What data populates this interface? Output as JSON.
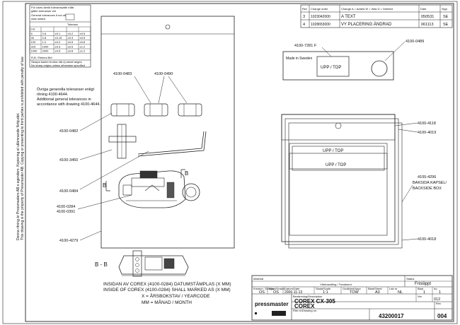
{
  "tolerance_table": {
    "notes": [
      "För ickes direkt toleranssatte mått",
      "gäller toleranser enl",
      "General tolerances if not other-",
      "wise stated"
    ],
    "col_label": "Tolerans",
    "header": [
      "",
      "",
      "",
      "",
      ""
    ],
    "rows": [
      [
        "0-6",
        "",
        "",
        "",
        ""
      ],
      [
        "6",
        "0.6",
        "±0.1",
        "±0.2",
        "±0.5"
      ],
      [
        "30",
        "0.8",
        "±0.15",
        "±0.3",
        "±0.5"
      ],
      [
        "120",
        "1.2",
        "±0.2",
        "±0.5",
        "±0.8"
      ],
      [
        "315",
        "1000",
        "±0.3",
        "±0.5",
        "±1.2"
      ],
      [
        "1000",
        "2000",
        "±0.5",
        "±0.8",
        "±1.2"
      ]
    ],
    "footer": "R,B / Rekms Brit",
    "bottom_notes": [
      "Skarpa kanter brutna där ej annat anges",
      "No sharp edges unless otherwise specified"
    ]
  },
  "change_table": {
    "headers": [
      "Rev",
      "Change order",
      "Change  A = Added  W = Was  D = Deleted",
      "Date",
      "Sign"
    ],
    "rows": [
      [
        "3",
        "1023042000",
        "A TEXT",
        "050531",
        "SE"
      ],
      [
        "4",
        "1028653000",
        "VY PLACERING ÄNDRAD",
        "061113",
        "SE"
      ]
    ]
  },
  "notes": {
    "general_1": "Övriga generella toleranser enligt",
    "general_2": "ritning 4100-4644.",
    "general_3": "Additional general tolerances in",
    "general_4": "accordance with drawing 4100-4644."
  },
  "parts": {
    "p0483": "4100-0483",
    "p0490": "4100-0490",
    "p0482": "4100-0482",
    "p3450": "4100-3450",
    "p0484": "4100-0484",
    "p0284": "4100-0284",
    "p0391": "4100-0391",
    "p4279": "4100-4279",
    "p7281": "4100-7281 F",
    "p0489": "4100-0489",
    "p4118": "4100-4118",
    "p4019": "4100-4019",
    "p4296": "4100-4296",
    "p4018": "4100-4018"
  },
  "labels": {
    "section_mark": "B",
    "section_view": "B - B",
    "made_in_sweden": "Made in Sweden",
    "upp_top": "UPP / TOP",
    "backside_1": "BAKSIDA KAPSEL/",
    "backside_2": "BACKSIDE BOX"
  },
  "side_notes": {
    "line1": "Denna ritning är Pressmasters AB:s egendom. Kopiering el utlämnande förbjudet.",
    "line2": "This drawing is the property of Pressmaster AB. Copying or presenting to third parties is prohibited with penalty of law."
  },
  "date_notes": {
    "line1": "INSIDAN AV COREX (4100-0284) DATUMSTÄMPLAS (X MM)",
    "line2": "INSIDE OF COREX (4100-0284) SHALL MARKED AS (X MM)",
    "line3": "X = ÅRSBOKSTAV / YEARCODE",
    "line4": "MM = MÅNAD / MONTH"
  },
  "title_block": {
    "status_label": "Status",
    "status": "Frisläppt",
    "material_label": "Material",
    "treatment_label": "Ytbehandling / Treatment",
    "project_lbl": "Kreator / Design",
    "project": "OS",
    "check_lbl": "Ritad/Drawn",
    "check": "OS",
    "date_lbl": "Datum/Date",
    "date": "2006-11-13",
    "scale_lbl": "Skala/Scale",
    "scale": "1:1",
    "weight_lbl": "Godkänd/Appr",
    "weight": "TOW",
    "size_lbl": "Blad/Sheet",
    "size": "A3",
    "lab_lbl": "Lab nr",
    "lab": "NL",
    "page_lbl": "Blad",
    "page": "1",
    "pages_lbl": "Av",
    "pages": "1",
    "version_lbl": "Ver",
    "version": "012",
    "company": "pressmaster",
    "name_lbl": "Benämning/Description",
    "name1": "COREX CX-305",
    "name2": "COREX",
    "drawing_lbl": "Ritn nr/Drawing no",
    "drawing": "43200017",
    "rev_lbl": "Rev",
    "rev": "004"
  }
}
